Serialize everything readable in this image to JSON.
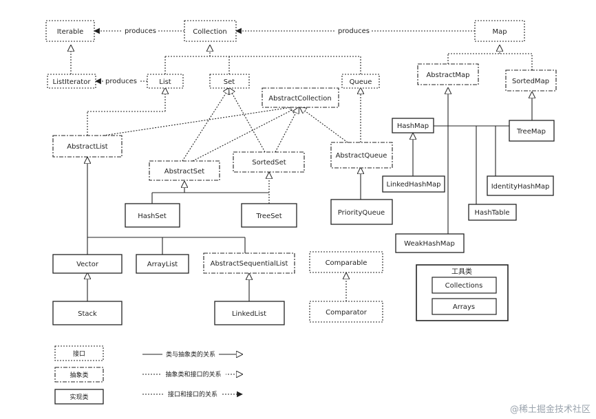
{
  "nodes": {
    "iterable": "Iterable",
    "collection": "Collection",
    "map": "Map",
    "listiterator": "ListIterator",
    "list": "List",
    "set": "Set",
    "queue": "Queue",
    "abstractcollection": "AbstractCollection",
    "abstractmap": "AbstractMap",
    "sortedmap": "SortedMap",
    "hashmap": "HashMap",
    "treemap": "TreeMap",
    "abstractlist": "AbstractList",
    "abstractset": "AbstractSet",
    "sortedset": "SortedSet",
    "abstractqueue": "AbstractQueue",
    "linkedhashmap": "LinkedHashMap",
    "identityhashmap": "IdentityHashMap",
    "hashset": "HashSet",
    "treeset": "TreeSet",
    "priorityqueue": "PriorityQueue",
    "hashtable": "HashTable",
    "weakhashmap": "WeakHashMap",
    "vector": "Vector",
    "arraylist": "ArrayList",
    "abstractsequentiallist": "AbstractSequentialList",
    "comparable": "Comparable",
    "stack": "Stack",
    "linkedlist": "LinkedList",
    "comparator": "Comparator"
  },
  "edge_labels": {
    "produces_iter": "produces",
    "produces_map": "produces",
    "produces_listiter": "produces"
  },
  "tools": {
    "title": "工具类",
    "collections": "Collections",
    "arrays": "Arrays"
  },
  "legend": {
    "interface": "接口",
    "abstract": "抽象类",
    "concrete": "实现类",
    "rel_class_abstract": "类与抽象类的关系",
    "rel_abstract_interface": "抽象类和接口的关系",
    "rel_interface_interface": "接口和接口的关系"
  },
  "watermark": "@稀土掘金技术社区"
}
